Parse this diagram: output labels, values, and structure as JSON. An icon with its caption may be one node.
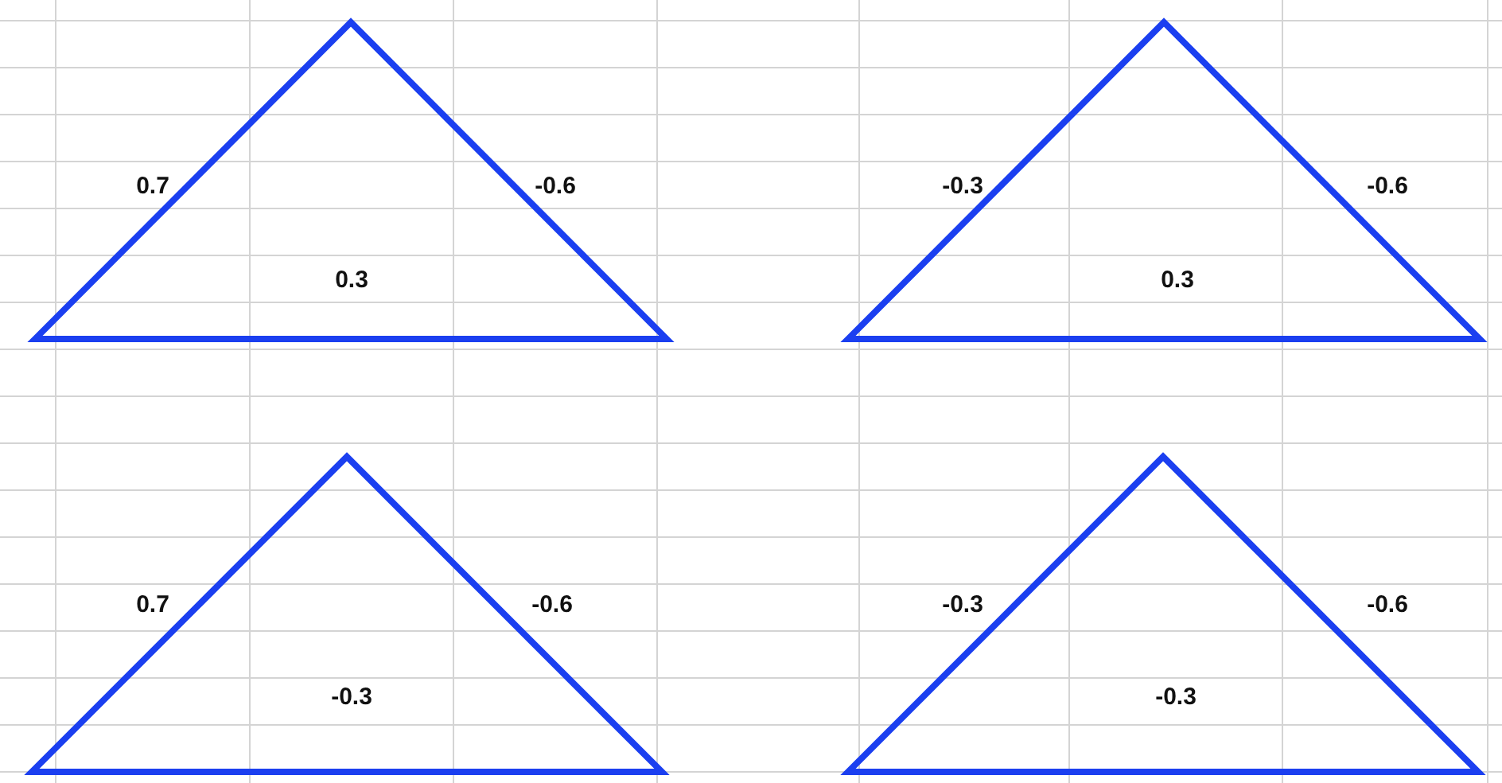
{
  "diagram": {
    "nodes": [
      {
        "text": [
          "0.7",
          "-0.6",
          "0.3"
        ]
      },
      {
        "text": [
          "-0.3",
          "-0.6",
          "0.3"
        ]
      },
      {
        "text": [
          "0.7",
          "-0.6",
          "-0.3"
        ]
      },
      {
        "text": [
          "-0.3",
          "-0.6",
          "-0.3"
        ]
      }
    ]
  }
}
